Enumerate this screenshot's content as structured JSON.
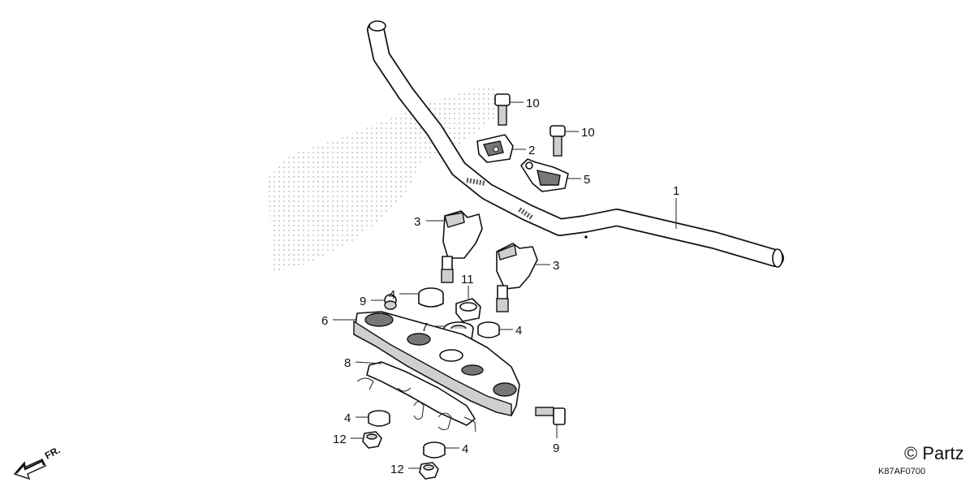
{
  "diagram": {
    "callouts": {
      "c1": "1",
      "c2": "2",
      "c3a": "3",
      "c3b": "3",
      "c4a": "4",
      "c4b": "4",
      "c4c": "4",
      "c4d": "4",
      "c5": "5",
      "c6": "6",
      "c7": "7",
      "c8": "8",
      "c9a": "9",
      "c9b": "9",
      "c10a": "10",
      "c10b": "10",
      "c11": "11",
      "c12a": "12",
      "c12b": "12"
    },
    "direction_label": "FR.",
    "part_code": "K87AF0700",
    "copyright": "© Partz"
  }
}
